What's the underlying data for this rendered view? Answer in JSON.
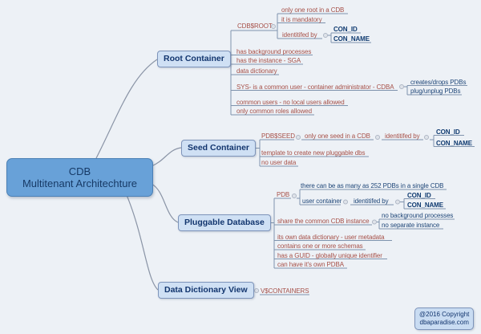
{
  "colors": {
    "background": "#edf1f6",
    "central_fill": "#68a1d8",
    "central_border": "#4b80b5",
    "topic_fill": "#cfe0f4",
    "topic_border": "#7e94ba",
    "leaf_red_text": "#a65048",
    "leaf_navy_text": "#1d4577",
    "topic_text": "#12356e",
    "connector_line": "#8a94a6",
    "underline": "#7f93ad"
  },
  "central_topic": {
    "line1": "CDB",
    "line2": "Multitenant Architechture"
  },
  "main_topics": {
    "root": "Root Container",
    "seed": "Seed Container",
    "pluggable": "Pluggable Database",
    "data_dictionary_view": "Data Dictionary View"
  },
  "root_branch": {
    "cdb_root": "CDB$ROOT",
    "only_one_root": "only one root in a CDB",
    "mandatory": "it is mandatory",
    "identified_by": "identitifed by",
    "con_id": "CON_ID",
    "con_name": "CON_NAME",
    "background_processes": "has background processes",
    "instance_sga": "has the instance - SGA",
    "data_dictionary": "data dictionary",
    "sys_user": "SYS- is a common user - container administrator - CDBA",
    "creates_drops_pdbs": "creates/drops PDBs",
    "plug_unplug_pdbs": "plug/unplug PDBs",
    "common_users": "common users - no local users allowed",
    "common_roles": "only common roles allowed"
  },
  "seed_branch": {
    "pdb_seed": "PDB$SEED",
    "only_one_seed": "only one seed in a CDB",
    "identified_by": "identitifed by",
    "con_id": "CON_ID",
    "con_name": "CON_NAME",
    "template": "template to create new pluggable dbs",
    "no_user_data": "no user data"
  },
  "pluggable_branch": {
    "pdb": "PDB",
    "max_pdbs": "there can be as many as 252 PDBs in a single CDB",
    "user_container": "user container",
    "identified_by": "identitifed by",
    "con_id": "CON_ID",
    "con_name": "CON_NAME",
    "share_instance": "share the common CDB instance",
    "no_background_processes": "no background processes",
    "no_separate_instance": "no separate instance",
    "own_data_dictionary": "its own data dictionary - user metadata",
    "schemas": "contains one or more schemas",
    "guid": "has a GUID - globally unique identifier",
    "own_pdba": "can have it's own PDBA"
  },
  "ddv_branch": {
    "v_containers": "V$CONTAINERS"
  },
  "copyright": {
    "line1": "@2016 Copyright",
    "line2": "dbaparadise.com"
  }
}
